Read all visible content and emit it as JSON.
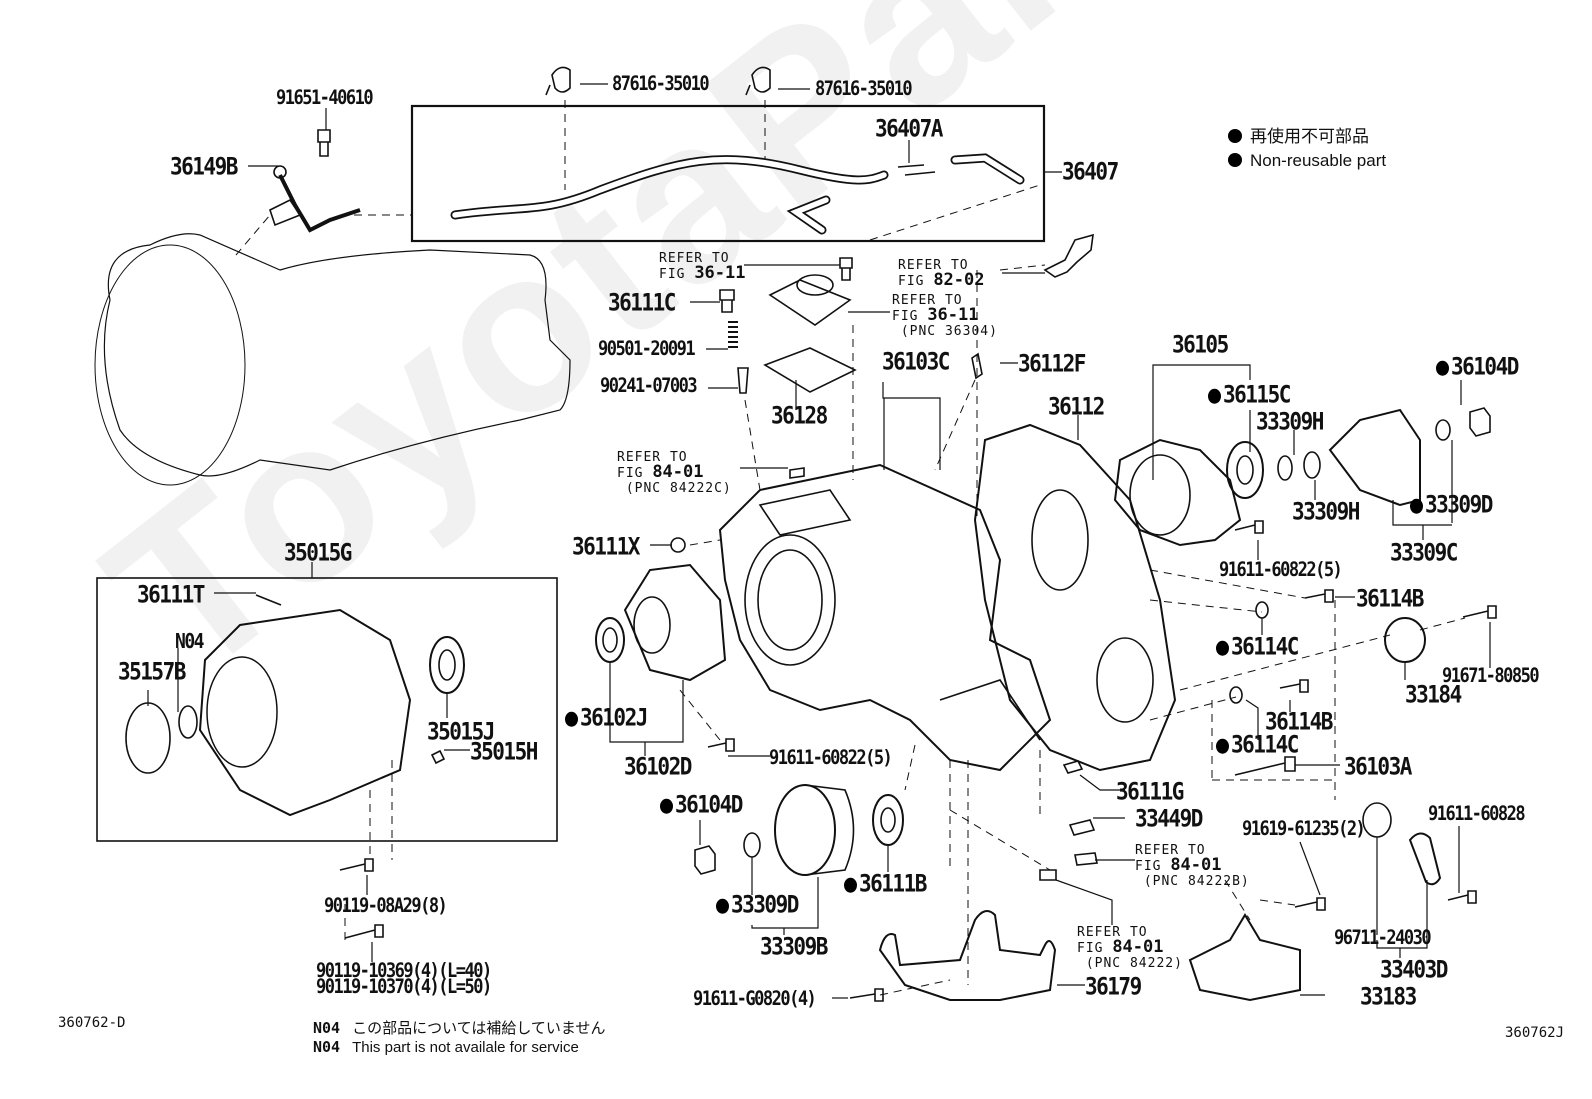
{
  "diagram": {
    "title": "Transfer case parts diagram",
    "watermark": "ToyotaPartsMine.ru",
    "figure_codes": {
      "left": "360762-D",
      "right": "360762J"
    },
    "legend": {
      "jp": "再使用不可部品",
      "en": "Non-reusable part"
    },
    "footnote": {
      "code": "N04",
      "jp": "この部品については補給していません",
      "en": "This part is not availale for service"
    },
    "parts": {
      "p91651_40610": "91651-40610",
      "p36149B": "36149B",
      "p87616_35010_a": "87616-35010",
      "p87616_35010_b": "87616-35010",
      "p36407A": "36407A",
      "p36407": "36407",
      "p36111C": "36111C",
      "p90501_20091": "90501-20091",
      "p90241_07003": "90241-07003",
      "p36128": "36128",
      "p36103C": "36103C",
      "p36112F": "36112F",
      "p36112": "36112",
      "p36105": "36105",
      "p36115C": "36115C",
      "p33309H_a": "33309H",
      "p33309H_b": "33309H",
      "p36104D_a": "36104D",
      "p33309D_a": "33309D",
      "p33309C": "33309C",
      "p36111X": "36111X",
      "p35015G": "35015G",
      "p36111T": "36111T",
      "pN04": "N04",
      "p35157B": "35157B",
      "p35015J": "35015J",
      "p35015H": "35015H",
      "p36102J": "36102J",
      "p36102D": "36102D",
      "p91611_60822_a": "91611-60822(5)",
      "p91611_60822_b": "91611-60822(5)",
      "p36114B_a": "36114B",
      "p36114C_a": "36114C",
      "p36114B_b": "36114B",
      "p36114C_b": "36114C",
      "p91671_80850": "91671-80850",
      "p33184": "33184",
      "p36103A": "36103A",
      "p36111G": "36111G",
      "p33449D": "33449D",
      "p36104D_b": "36104D",
      "p33309D_b": "33309D",
      "p33309B": "33309B",
      "p36111B": "36111B",
      "p91619_61235": "91619-61235(2)",
      "p91611_60828": "91611-60828",
      "p96711_24030": "96711-24030",
      "p33403D": "33403D",
      "p33183": "33183",
      "p36179": "36179",
      "p91611_G0820": "91611-G0820(4)",
      "p90119_08A29": "90119-08A29(8)",
      "p90119_10369": "90119-10369(4)(L=40)",
      "p90119_10370": "90119-10370(4)(L=50)"
    },
    "refs": {
      "r36_11_a": {
        "line1": "REFER TO",
        "fig": "FIG ",
        "num": "36-11",
        "pnc": ""
      },
      "r82_02": {
        "line1": "REFER TO",
        "fig": "FIG ",
        "num": "82-02",
        "pnc": ""
      },
      "r36_11_b": {
        "line1": "REFER TO",
        "fig": "FIG ",
        "num": "36-11",
        "pnc": "(PNC 36304)"
      },
      "r84_01_c": {
        "line1": "REFER TO",
        "fig": "FIG ",
        "num": "84-01",
        "pnc": "(PNC 84222C)"
      },
      "r84_01_b": {
        "line1": "REFER TO",
        "fig": "FIG ",
        "num": "84-01",
        "pnc": "(PNC 84222B)"
      },
      "r84_01": {
        "line1": "REFER TO",
        "fig": "FIG ",
        "num": "84-01",
        "pnc": "(PNC 84222)"
      }
    }
  }
}
